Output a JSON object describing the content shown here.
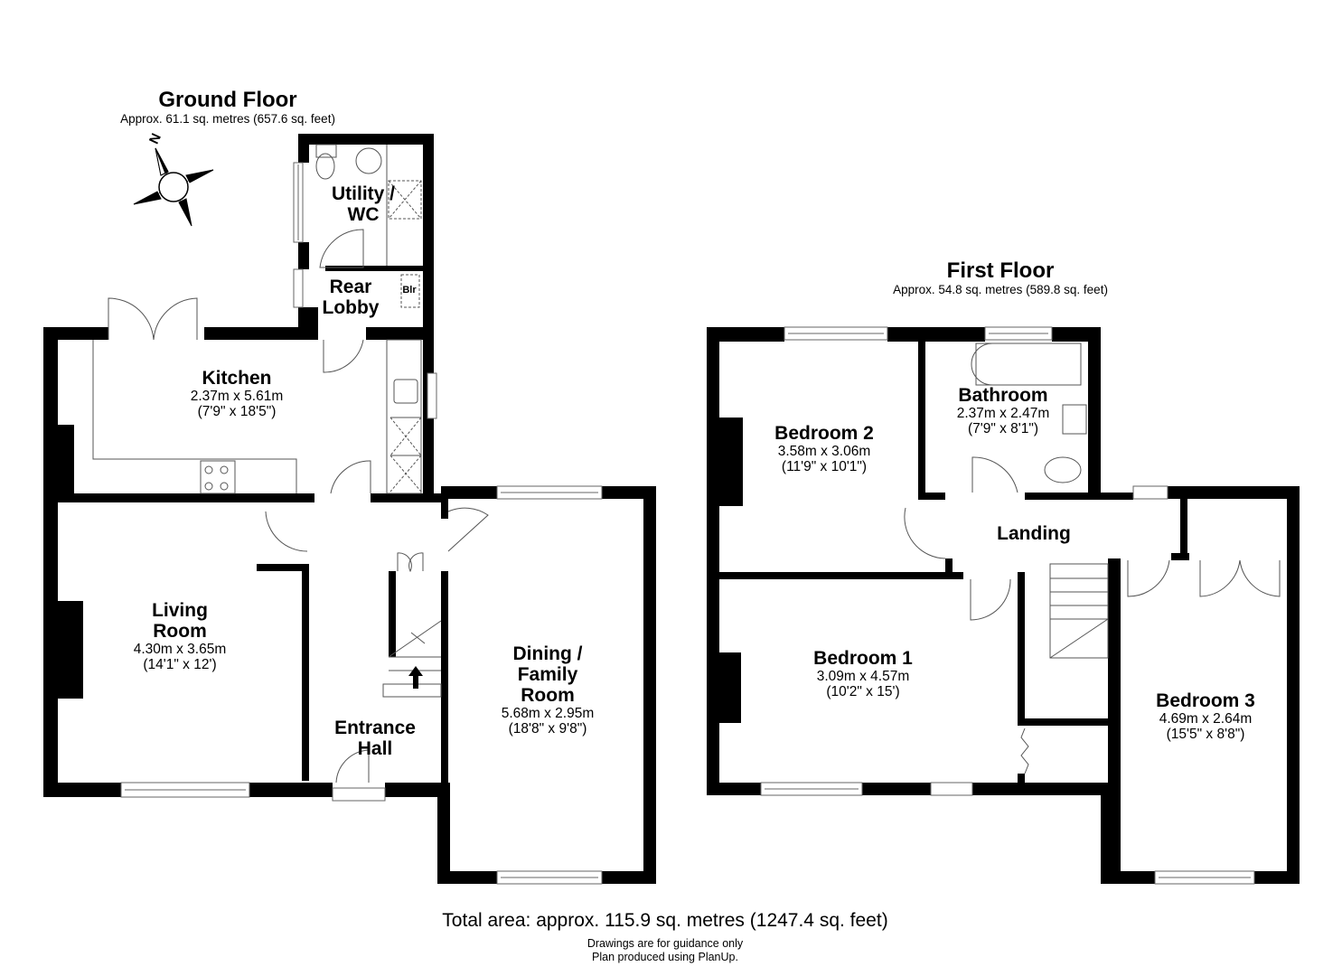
{
  "ground_floor": {
    "title": "Ground Floor",
    "area": "Approx. 61.1 sq. metres (657.6 sq. feet)",
    "compass_label": "N",
    "rooms": {
      "utility": {
        "name_1": "Utility /",
        "name_2": "WC"
      },
      "rear_lobby": {
        "name_1": "Rear",
        "name_2": "Lobby",
        "fixture": "Blr"
      },
      "kitchen": {
        "name": "Kitchen",
        "dim_m": "2.37m x 5.61m",
        "dim_ft": "(7'9\" x 18'5\")"
      },
      "living": {
        "name_1": "Living",
        "name_2": "Room",
        "dim_m": "4.30m x 3.65m",
        "dim_ft": "(14'1\" x 12')"
      },
      "entrance": {
        "name_1": "Entrance",
        "name_2": "Hall"
      },
      "dining": {
        "name_1": "Dining /",
        "name_2": "Family",
        "name_3": "Room",
        "dim_m": "5.68m x 2.95m",
        "dim_ft": "(18'8\" x 9'8\")"
      }
    }
  },
  "first_floor": {
    "title": "First Floor",
    "area": "Approx. 54.8 sq. metres (589.8 sq. feet)",
    "rooms": {
      "bedroom2": {
        "name": "Bedroom 2",
        "dim_m": "3.58m x 3.06m",
        "dim_ft": "(11'9\" x 10'1\")"
      },
      "bathroom": {
        "name": "Bathroom",
        "dim_m": "2.37m x 2.47m",
        "dim_ft": "(7'9\" x 8'1\")"
      },
      "landing": {
        "name": "Landing"
      },
      "bedroom1": {
        "name": "Bedroom 1",
        "dim_m": "3.09m x 4.57m",
        "dim_ft": "(10'2\" x 15')"
      },
      "bedroom3": {
        "name": "Bedroom 3",
        "dim_m": "4.69m x 2.64m",
        "dim_ft": "(15'5\" x 8'8\")"
      }
    }
  },
  "footer": {
    "total_area": "Total area: approx. 115.9 sq. metres (1247.4 sq. feet)",
    "note_1": "Drawings are for guidance only",
    "note_2": "Plan produced using PlanUp."
  }
}
